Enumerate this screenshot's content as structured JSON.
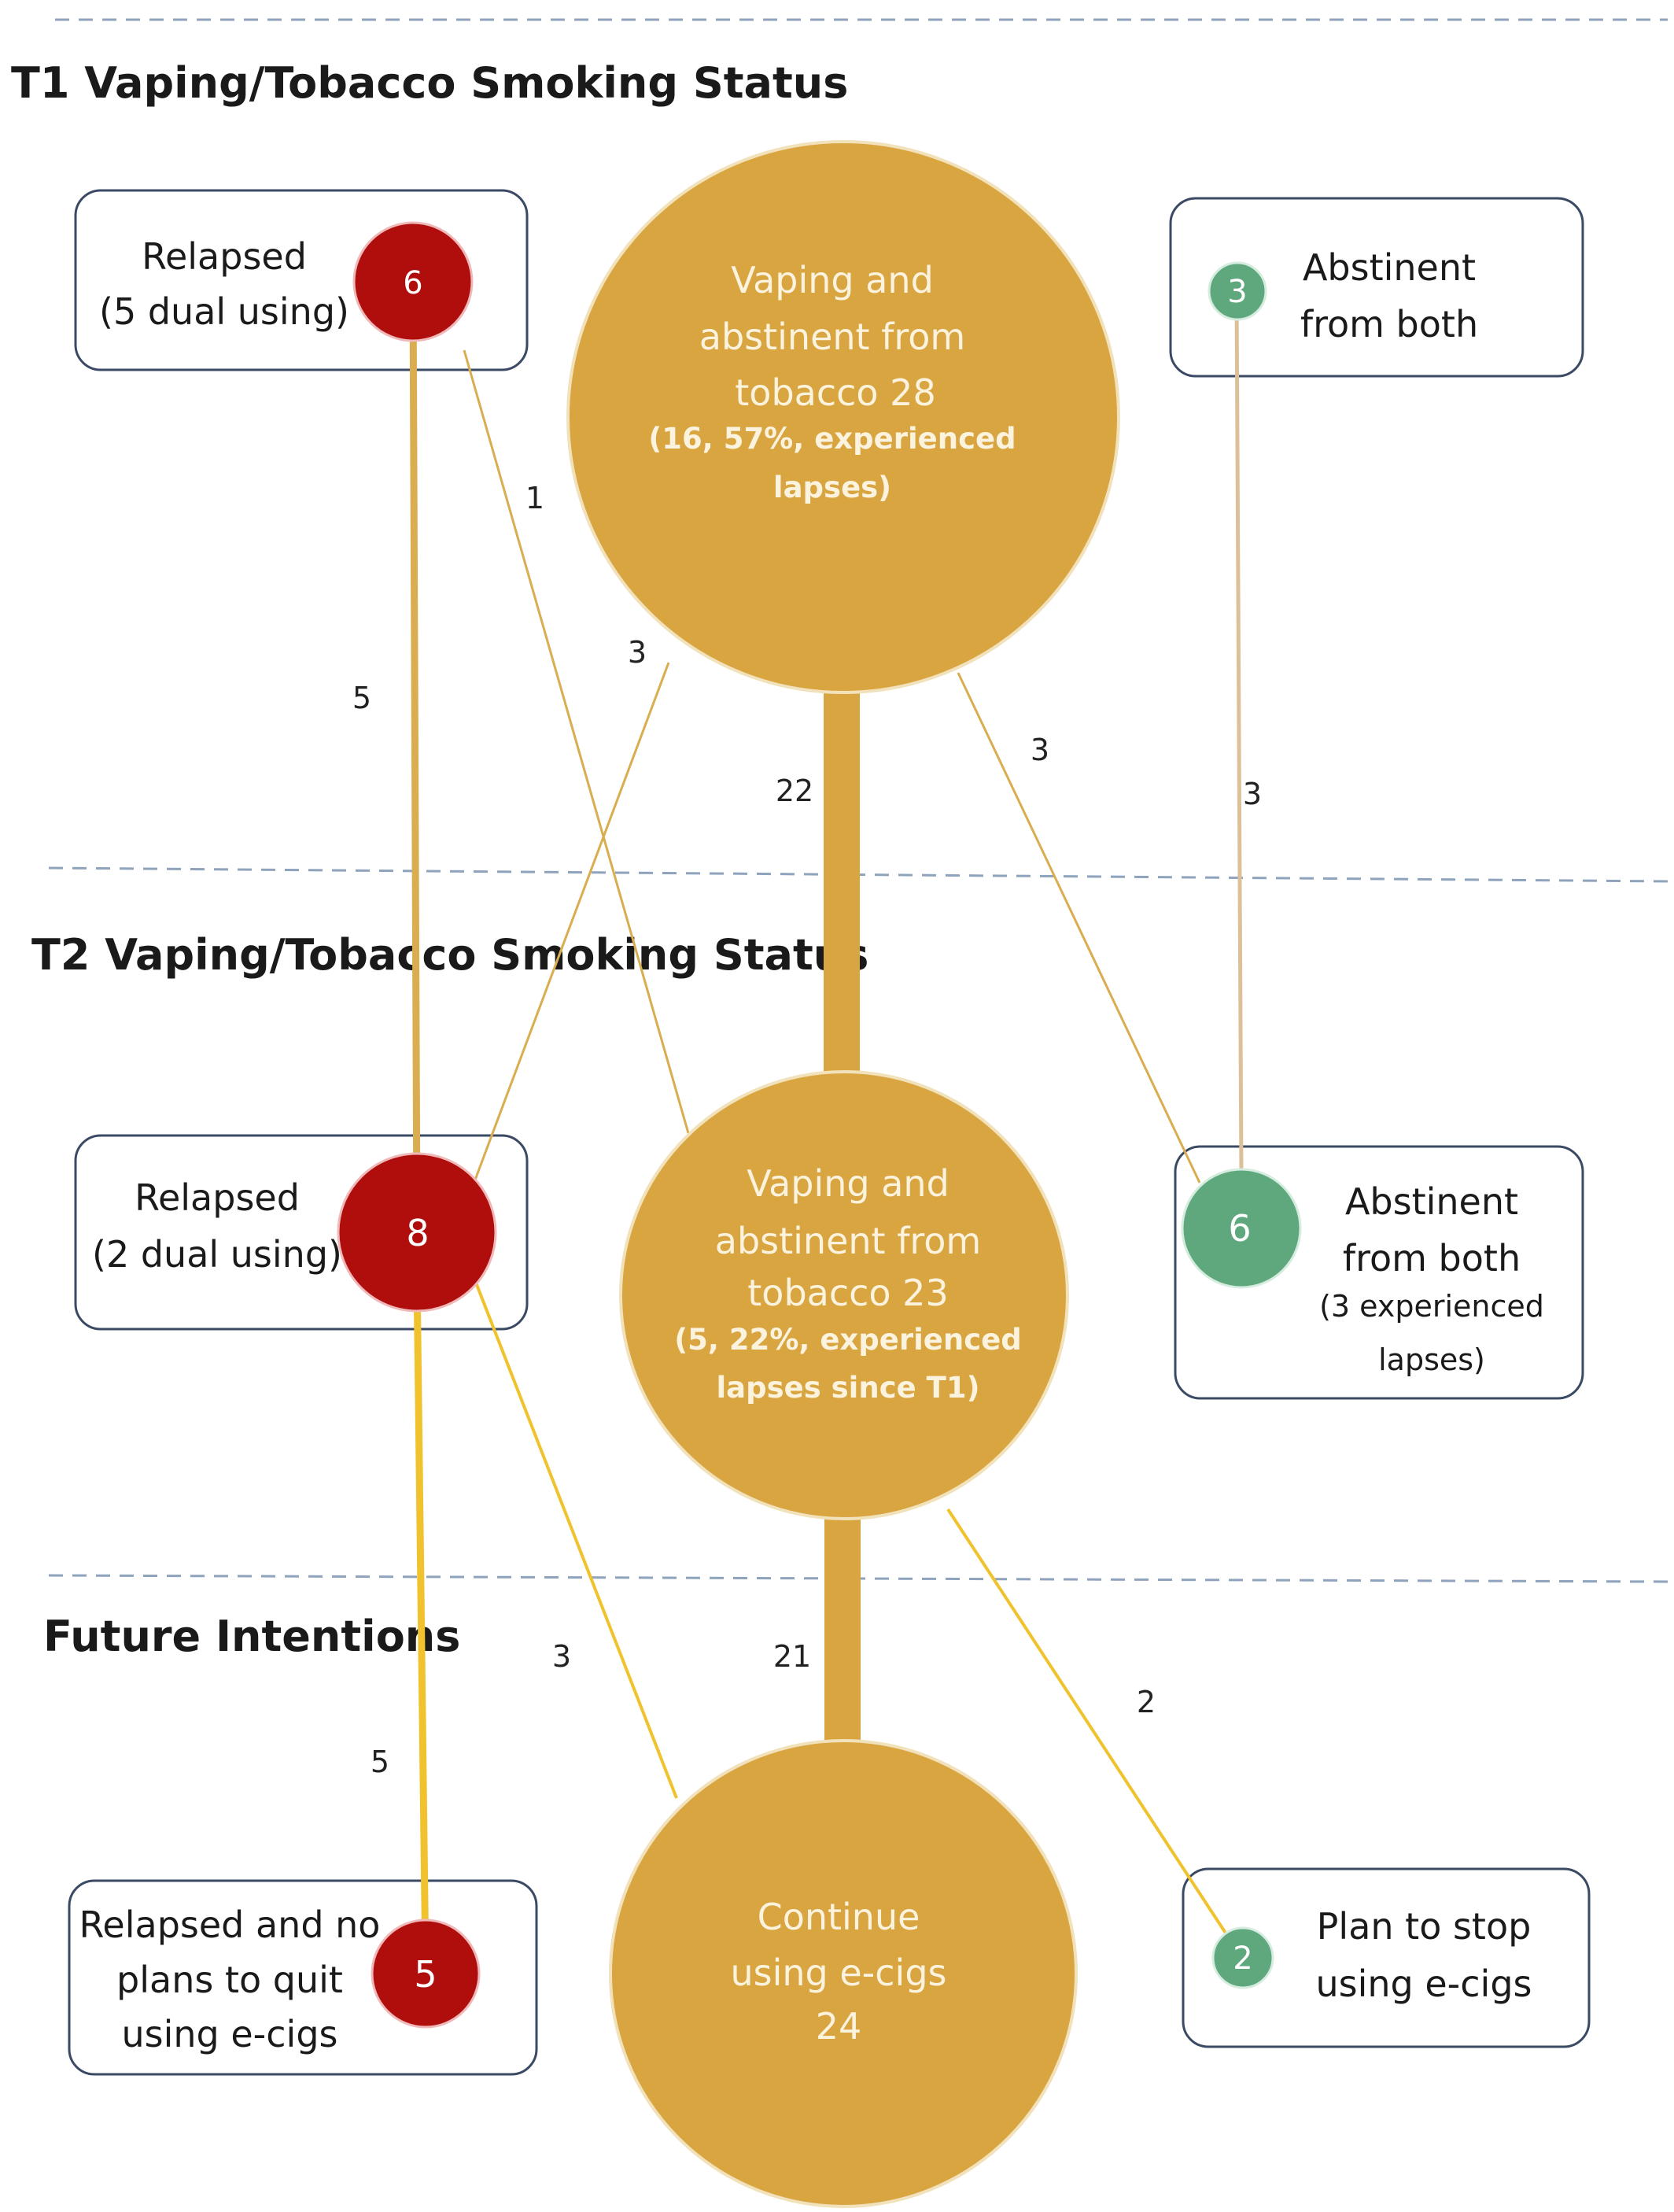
{
  "sections": {
    "t1": "T1 Vaping/Tobacco Smoking Status",
    "t2": "T2 Vaping/Tobacco Smoking  Status",
    "future": "Future Intentions"
  },
  "colors": {
    "vaping_fill": "#d9a541",
    "relapse_fill": "#b00d0d",
    "abstinent_fill": "#5fa87e",
    "flow_gold": "#d9ad50",
    "flow_yellow": "#f0c22e",
    "flow_beige": "#dcc09a",
    "box_border": "#3b4a64",
    "divider": "#8fa3bd"
  },
  "t1": {
    "relapsed": {
      "line1": "Relapsed",
      "line2": "(5 dual using)",
      "count": "6"
    },
    "vaping": {
      "line1": "Vaping and",
      "line2": "abstinent from",
      "line3": "tobacco  28",
      "line4": "(16, 57%, experienced",
      "line5": "lapses)"
    },
    "abstinent": {
      "line1": "Abstinent",
      "line2": "from both",
      "count": "3"
    }
  },
  "t2": {
    "relapsed": {
      "line1": "Relapsed",
      "line2": "(2 dual using)",
      "count": "8"
    },
    "vaping": {
      "line1": "Vaping and",
      "line2": "abstinent from",
      "line3": "tobacco  23",
      "line4": "(5, 22%, experienced",
      "line5": "lapses since T1)"
    },
    "abstinent": {
      "line1": "Abstinent",
      "line2": "from both",
      "line3": "(3 experienced",
      "line4": "lapses)",
      "count": "6"
    }
  },
  "future": {
    "relapsed": {
      "line1": "Relapsed and no",
      "line2": "plans to quit",
      "line3": "using e-cigs",
      "count": "5"
    },
    "continue": {
      "line1": "Continue",
      "line2": "using e-cigs",
      "line3": "24"
    },
    "stop": {
      "line1": "Plan to stop",
      "line2": "using e-cigs",
      "count": "2"
    }
  },
  "flows": {
    "t1_relapsed_to_t2_relapsed": "5",
    "t1_relapsed_to_t2_vaping": "1",
    "t1_vaping_to_t2_relapsed": "3",
    "t1_vaping_to_t2_vaping": "22",
    "t1_vaping_to_t2_abstinent": "3",
    "t1_abstinent_to_t2_abstinent": "3",
    "t2_relapsed_to_future_relapsed": "5",
    "t2_relapsed_to_future_continue": "3",
    "t2_vaping_to_future_continue": "21",
    "t2_vaping_to_future_stop": "2"
  }
}
